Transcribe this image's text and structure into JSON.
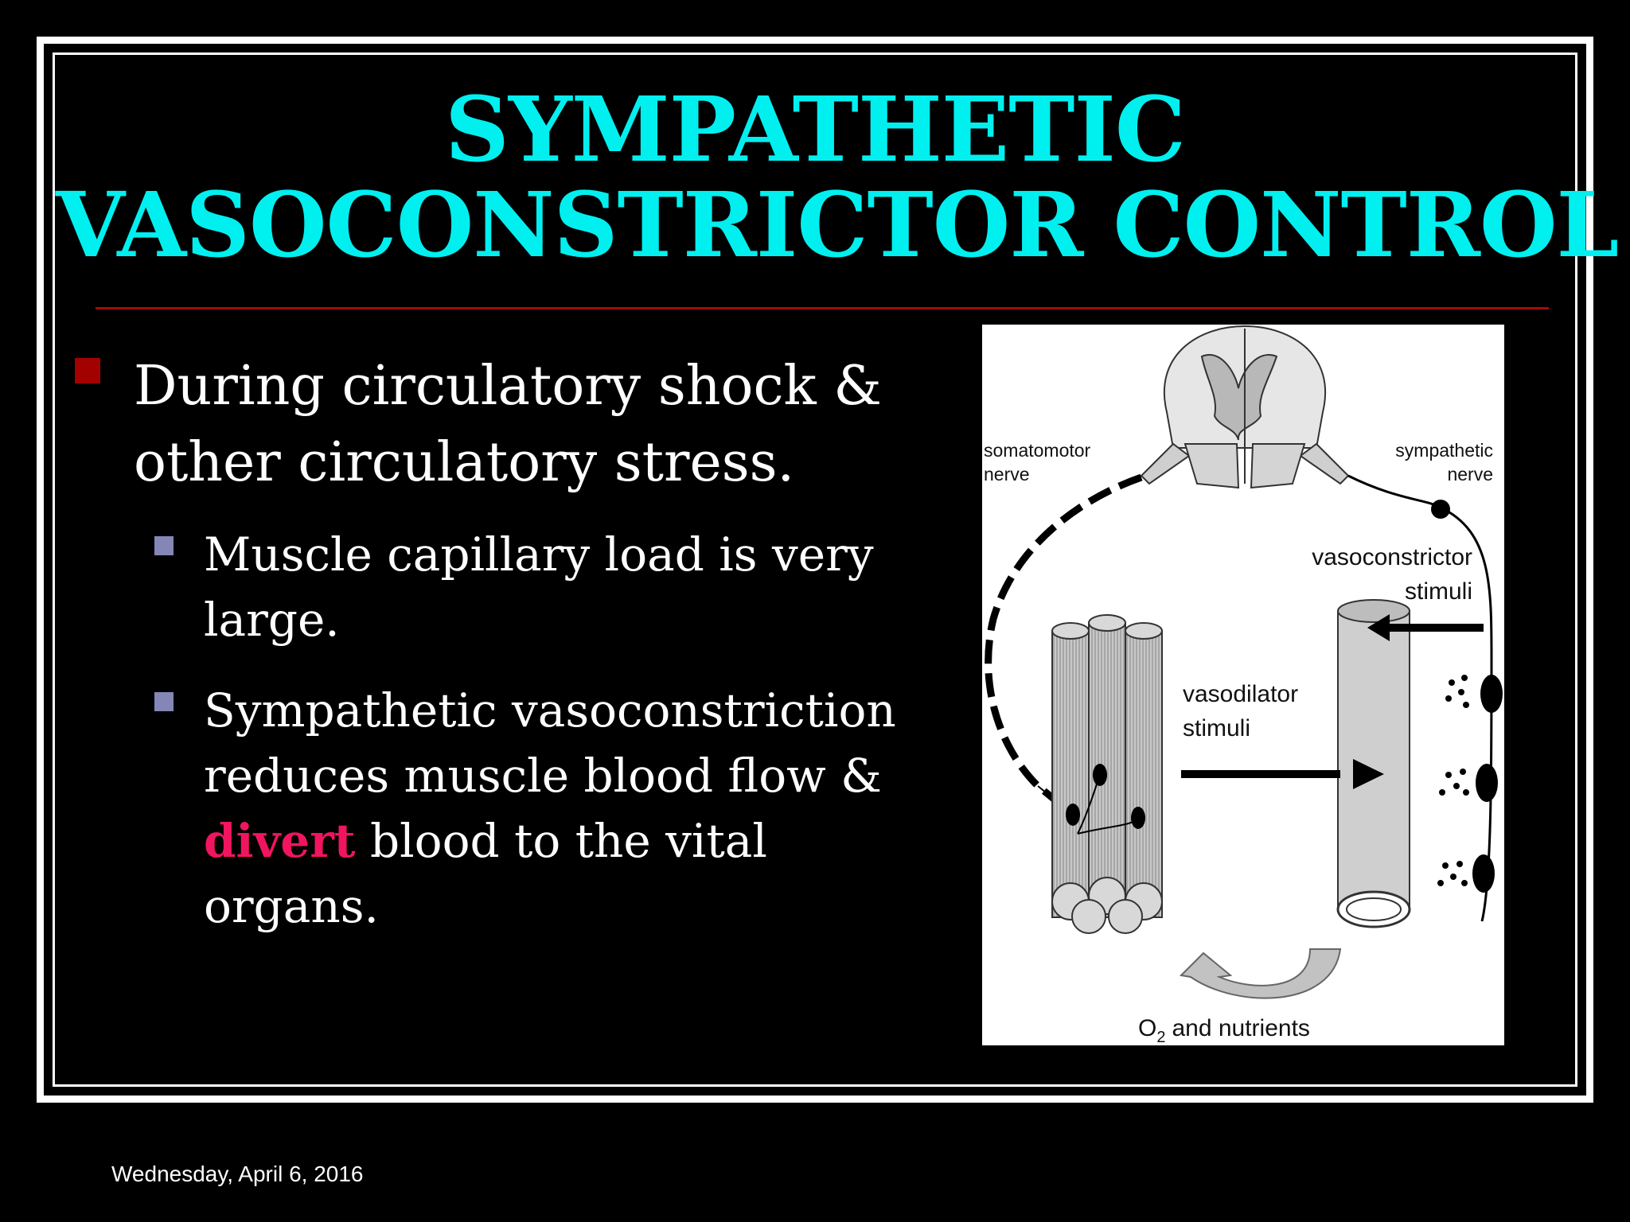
{
  "slide": {
    "title_line1": "SYMPATHETIC",
    "title_line2": "VASOCONSTRICTOR CONTROL",
    "bullet1": "During circulatory shock & other circulatory stress.",
    "sub1": "Muscle capillary load is very large.",
    "sub2_a": "Sympathetic vasoconstriction reduces muscle blood flow &",
    "sub2_highlight": "divert",
    "sub2_b": "blood to the vital organs.",
    "footer_date": "Wednesday, April 6, 2016"
  },
  "diagram": {
    "somatomotor_1": "somatomotor",
    "somatomotor_2": "nerve",
    "sympathetic_1": "sympathetic",
    "sympathetic_2": "nerve",
    "vasoconstrictor_1": "vasoconstrictor",
    "vasoconstrictor_2": "stimuli",
    "vasodilator_1": "vasodilator",
    "vasodilator_2": "stimuli",
    "o2_prefix": "O",
    "o2_sub": "2",
    "o2_rest": "and nutrients"
  },
  "colors": {
    "title": "#00f0f0",
    "rule": "#a30b0b",
    "bullet_marker": "#a30000",
    "sub_marker": "#8486b6",
    "highlight": "#f0155e"
  }
}
